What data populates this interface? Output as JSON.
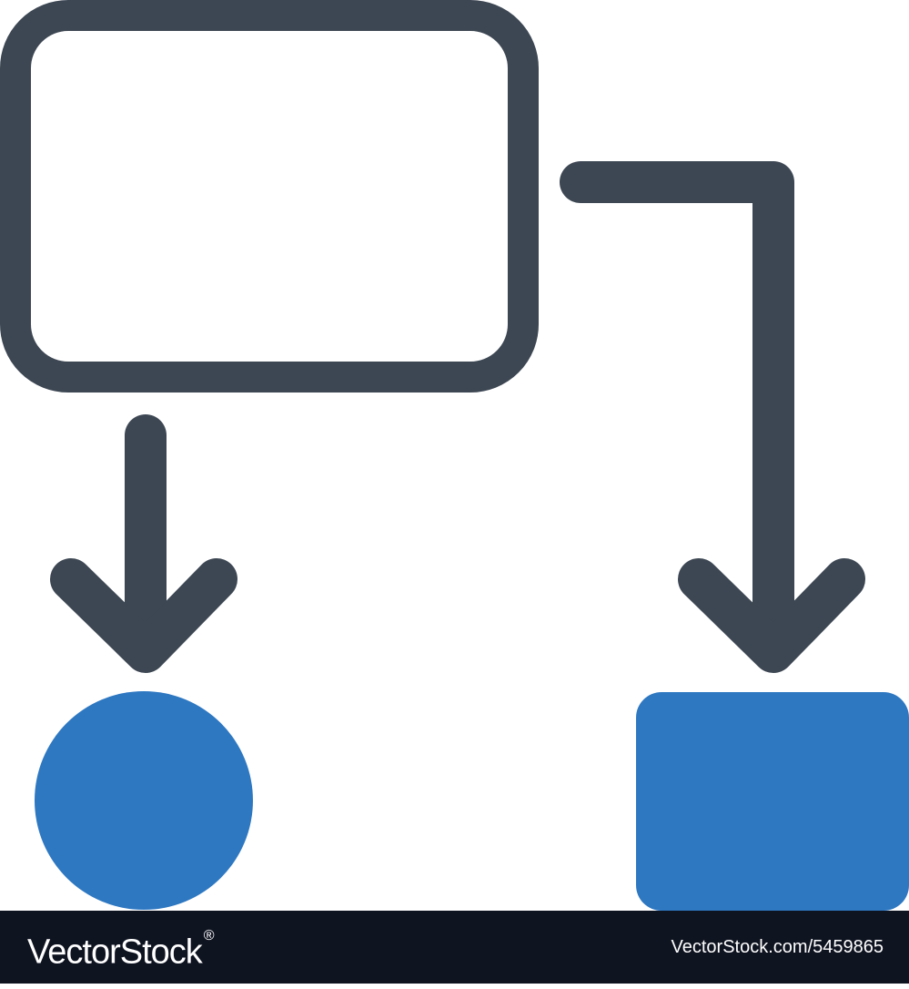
{
  "diagram": {
    "nodes": [
      {
        "id": "process-box",
        "shape": "rounded-rectangle",
        "style": "outline",
        "color": "#3d4753"
      },
      {
        "id": "terminal-circle",
        "shape": "circle",
        "style": "filled",
        "color": "#2e78c2"
      },
      {
        "id": "output-box",
        "shape": "rounded-rectangle",
        "style": "filled",
        "color": "#2e78c2"
      }
    ],
    "edges": [
      {
        "from": "process-box",
        "to": "terminal-circle",
        "route": "straight-down",
        "color": "#3d4753"
      },
      {
        "from": "process-box",
        "to": "output-box",
        "route": "right-then-down",
        "color": "#3d4753"
      }
    ]
  },
  "colors": {
    "outline": "#3d4753",
    "accent": "#2e78c2",
    "background": "#ffffff",
    "footer": "#0f1421"
  },
  "footer": {
    "logo": "VectorStock",
    "registered_mark": "®",
    "site": "VectorStock.com/5459865"
  }
}
